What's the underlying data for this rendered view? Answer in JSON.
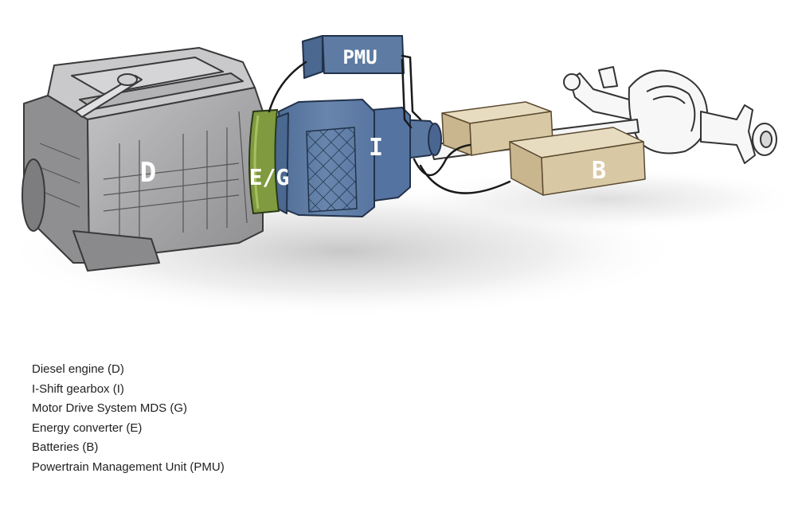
{
  "diagram": {
    "labels": {
      "engine": "D",
      "motor": "E/G",
      "gearbox": "I",
      "pmu": "PMU",
      "battery": "B"
    },
    "colors": {
      "engine": "#a9a9ab",
      "motor_ring": "#7f9a3f",
      "gearbox": "#5d7ba3",
      "pmu": "#5d7ba3",
      "battery": "#d9c8a4",
      "axle": "#f5f5f5",
      "cable": "#1a1a1a"
    }
  },
  "legend": {
    "items": [
      "Diesel engine (D)",
      "I-Shift gearbox (I)",
      "Motor Drive System MDS (G)",
      "Energy converter (E)",
      "Batteries (B)",
      "Powertrain Management Unit (PMU)"
    ]
  }
}
